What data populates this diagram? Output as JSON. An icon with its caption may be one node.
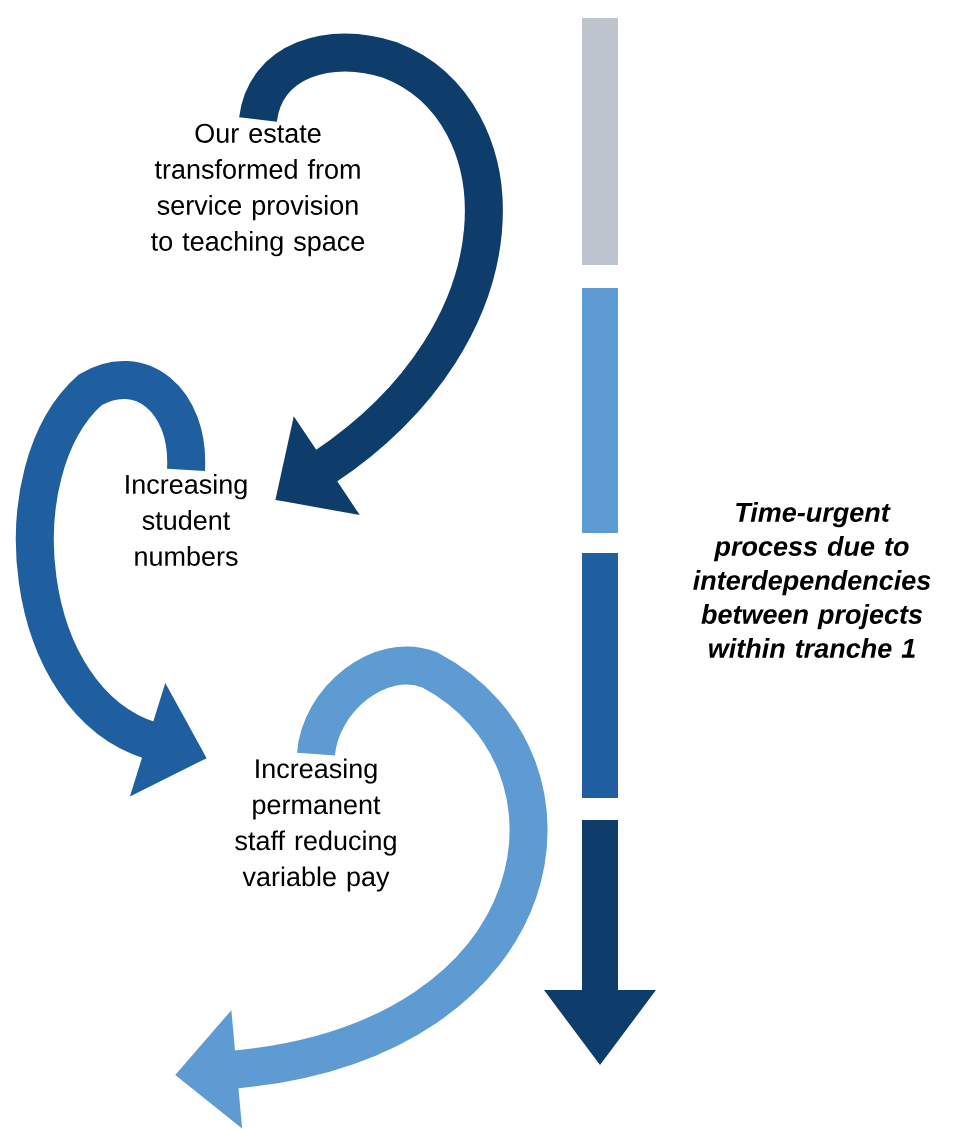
{
  "diagram": {
    "nodes": [
      {
        "text": [
          "Our estate transformed from service provision to teaching space"
        ]
      },
      {
        "text": [
          "Increasing student numbers"
        ]
      },
      {
        "text": [
          "Increasing permanent staff reducing variable pay"
        ]
      }
    ],
    "edges": [
      {
        "from": 0,
        "to": 1,
        "arrow": "to",
        "color": "#0f3d6b"
      },
      {
        "from": 1,
        "to": 2,
        "arrow": "to",
        "color": "#1f5f9f"
      },
      {
        "from": 2,
        "to": null,
        "arrow": "to",
        "color": "#5e9bd2"
      }
    ],
    "labels": [
      "Time-urgent process due to interdependencies between projects within tranche 1"
    ]
  }
}
